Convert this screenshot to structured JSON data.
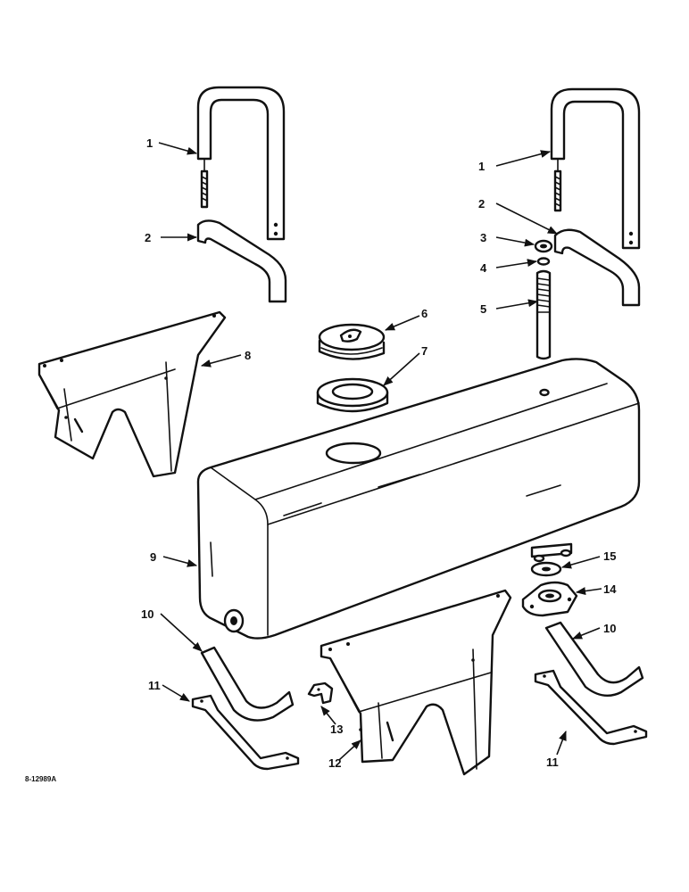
{
  "diagram": {
    "drawing_code": "8-12989A",
    "callouts": [
      "1",
      "2",
      "3",
      "4",
      "5",
      "6",
      "7",
      "8",
      "9",
      "10",
      "11",
      "12",
      "13",
      "14",
      "15"
    ]
  }
}
